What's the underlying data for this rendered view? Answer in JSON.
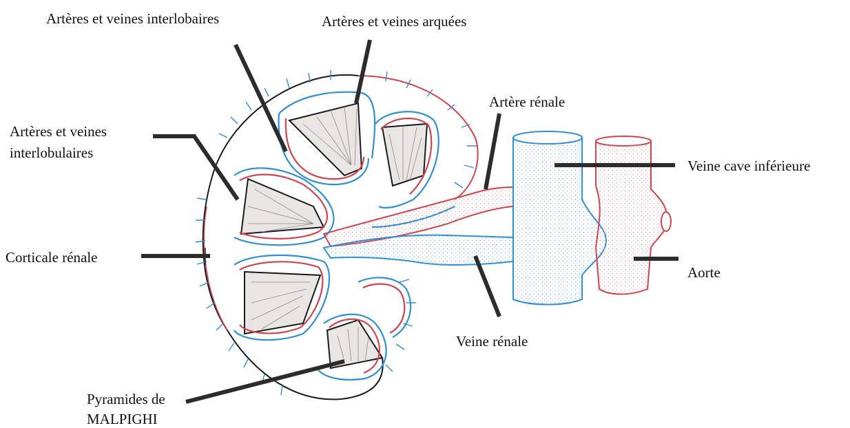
{
  "labels": {
    "interlobaires": "Artères et veines interlobaires",
    "arquees": "Artères et veines arquées",
    "artere_renale": "Artère rénale",
    "interlobulaires_1": "Artères et veines",
    "interlobulaires_2": "interlobulaires",
    "veine_cave": "Veine cave inférieure",
    "corticale": "Corticale rénale",
    "aorte": "Aorte",
    "veine_renale": "Veine rénale",
    "pyramides_1": "Pyramides de",
    "pyramides_2": "MALPIGHI"
  },
  "colors": {
    "artery": "#d2424f",
    "vein": "#2f8ed8",
    "leader": "#2c2c2c",
    "pyramid": "#e8e5e2",
    "outline": "#1a1a1a"
  }
}
